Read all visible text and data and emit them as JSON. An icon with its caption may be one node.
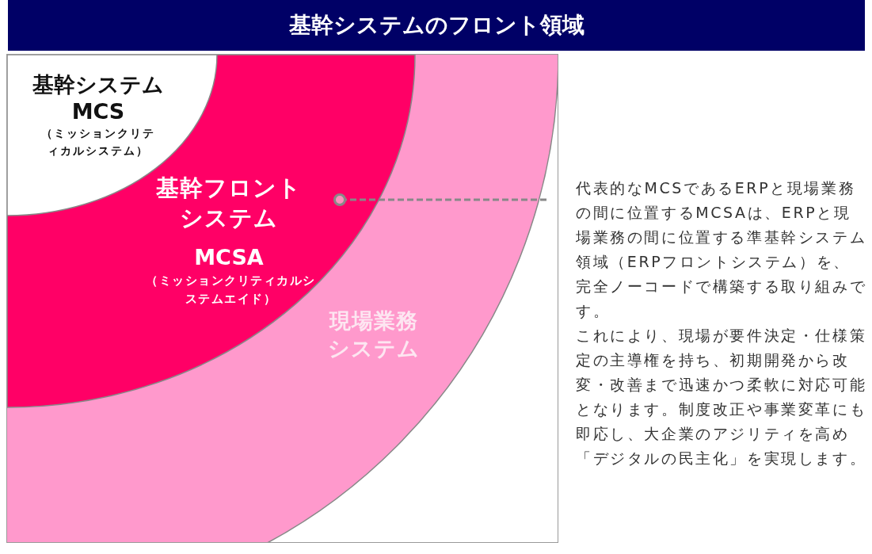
{
  "diagram": {
    "title": "基幹システムのフロント領域",
    "nodes": [
      {
        "text": [
          "現場業務システム"
        ]
      },
      {
        "text": [
          "基幹フロントシステム",
          "MCSA",
          "（ミッションクリティカルシステムエイド）"
        ],
        "in": 0
      },
      {
        "text": [
          "基幹システム",
          "MCS",
          "（ミッションクリティカルシステム）"
        ],
        "in": 1
      },
      {
        "text": [
          "代表的なMCSであるERPと現場業務の間に位置するMCSAは、ERPと現場業務の間に位置する準基幹システム領域（ERPフロントシステム）を、完全ノーコードで構築する取り組みです。",
          "これにより、現場が要件決定・仕様策定の主導権を持ち、初期開発から改変・改善まで迅速かつ柔軟に対応可能となります。制度改正や事業変革にも即応し、大企業のアジリティを高め「デジタルの民主化」を実現します。"
        ]
      },
      {
        "text": [],
        "shape": "circle",
        "in": 1
      }
    ],
    "edges": [
      {
        "from": 3,
        "to": 4,
        "arrow": "none",
        "style": "dashed"
      }
    ]
  }
}
